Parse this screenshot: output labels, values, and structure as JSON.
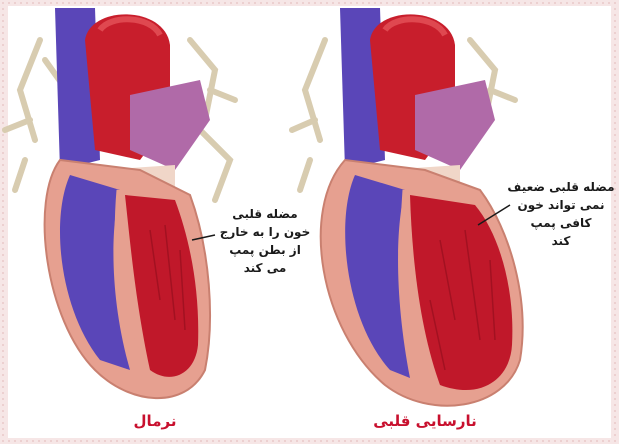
{
  "annotations": {
    "normal_lines": [
      "مضله قلبی",
      "خون را به خارج",
      "از بطن پمپ",
      "می کند"
    ],
    "failure_lines": [
      "مضله قلبی ضعیف",
      "نمی تواند خون",
      "کافی پمپ",
      "کند"
    ]
  },
  "captions": {
    "normal": "نرمال",
    "failure": "نارسایی قلبی"
  },
  "colors": {
    "caption": "#c8102e",
    "aorta": "#c81e2c",
    "vein": "#5a46b8",
    "pulmonary": "#b06aa8",
    "muscle": "#e6a090",
    "chamber": "#c0182a",
    "vessels_bg": "#e6dcc6"
  }
}
